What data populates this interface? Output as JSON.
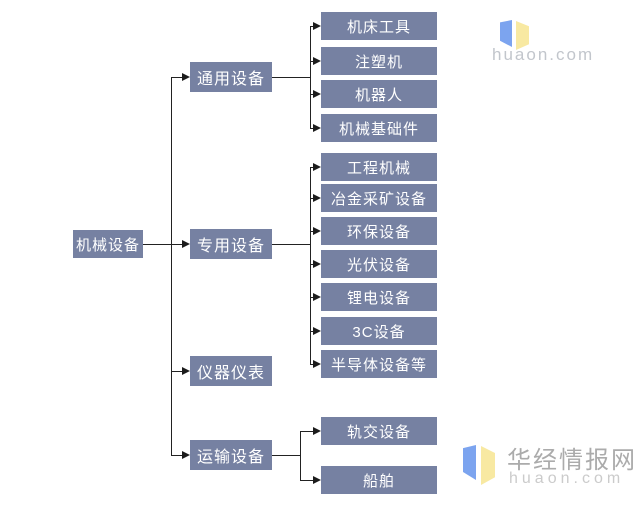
{
  "diagram": {
    "root": {
      "label": "机械设备"
    },
    "categories": [
      {
        "label": "通用设备",
        "children": [
          "机床工具",
          "注塑机",
          "机器人",
          "机械基础件"
        ]
      },
      {
        "label": "专用设备",
        "children": [
          "工程机械",
          "冶金采矿设备",
          "环保设备",
          "光伏设备",
          "锂电设备",
          "3C设备",
          "半导体设备等"
        ]
      },
      {
        "label": "仪器仪表",
        "children": []
      },
      {
        "label": "运输设备",
        "children": [
          "轨交设备",
          "船舶"
        ]
      }
    ],
    "colors": {
      "node_fill": "#7681A2",
      "node_text": "#FFFFFF",
      "line": "#222222"
    }
  },
  "watermark": {
    "top": {
      "site": "huaon.com"
    },
    "bottom": {
      "brand": "华经情报网",
      "site": "huaon.com"
    },
    "logo_blue": "#7CA4EF",
    "logo_yellow": "#F8E9A2"
  }
}
